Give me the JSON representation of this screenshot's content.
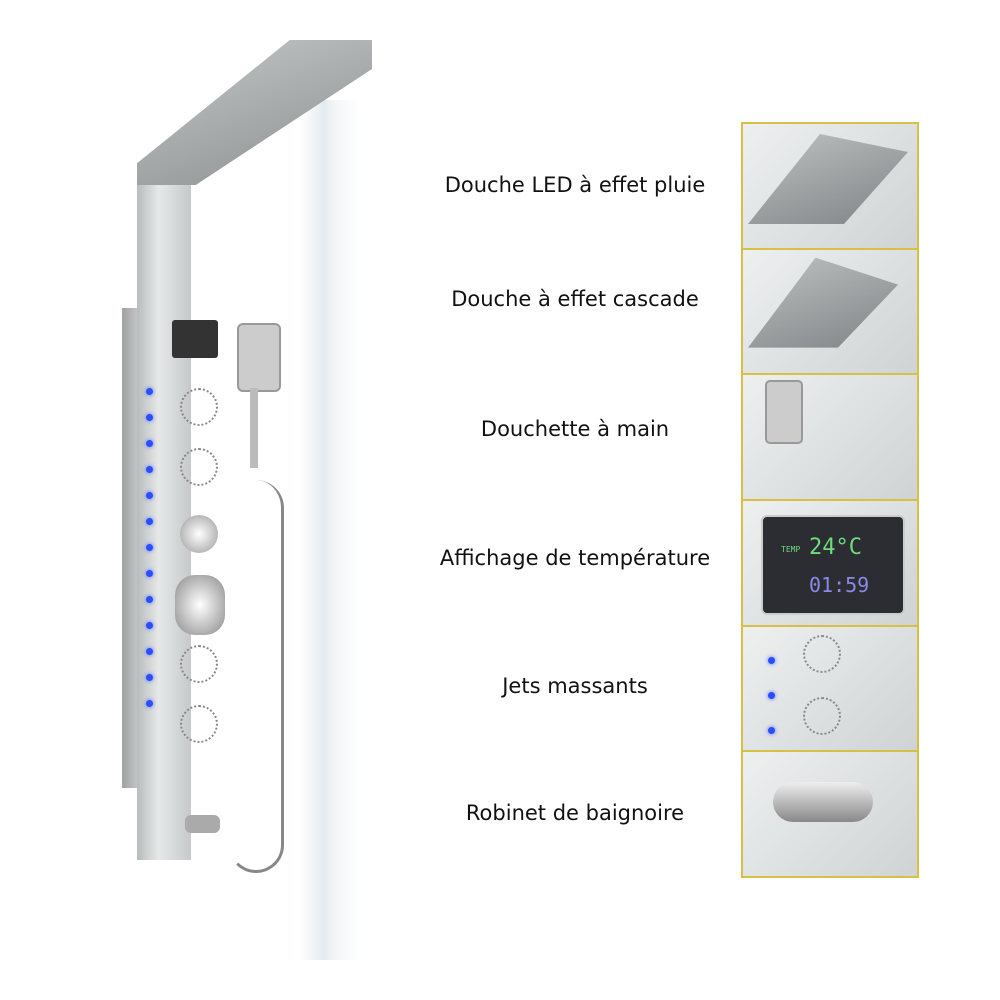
{
  "features": [
    {
      "label": "Douche LED à effet pluie"
    },
    {
      "label": "Douche à effet cascade"
    },
    {
      "label": "Douchette à main"
    },
    {
      "label": "Affichage de température"
    },
    {
      "label": "Jets massants"
    },
    {
      "label": "Robinet de baignoire"
    }
  ],
  "display": {
    "temp_label": "TEMP",
    "temperature": "24°C",
    "time": "01:59"
  },
  "colors": {
    "frame": "#d8bf45",
    "led": "#2a4dff"
  }
}
